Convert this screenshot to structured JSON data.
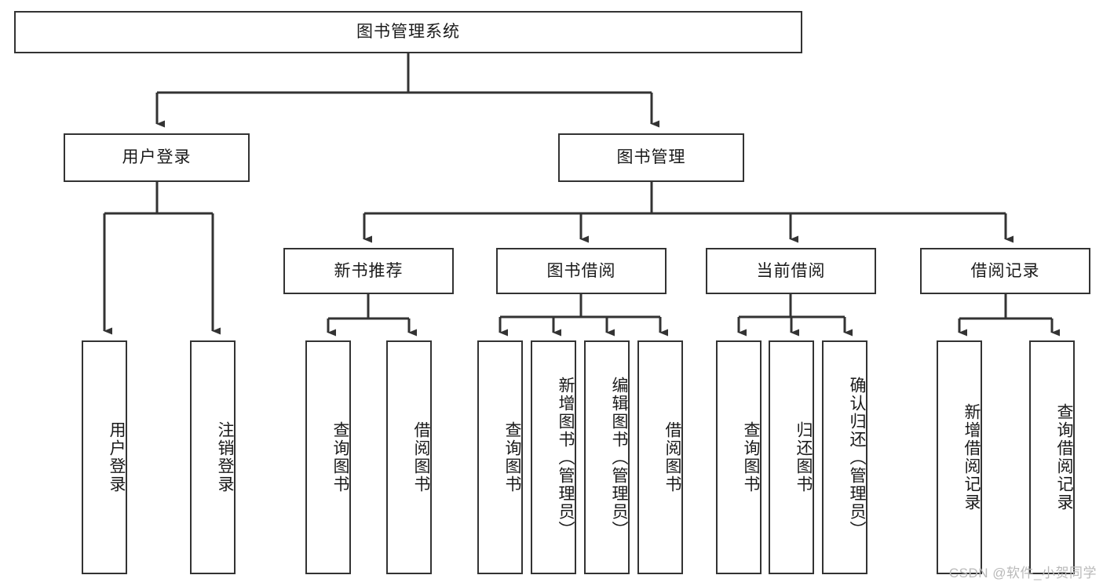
{
  "diagram": {
    "type": "tree-hierarchy",
    "title": "图书管理系统",
    "orientation": "top-down",
    "colors": {
      "box_border": "#333333",
      "box_fill": "#ffffff",
      "edge": "#333333",
      "text": "#1a1a1a",
      "watermark": "#b9b9b9",
      "background": "#ffffff"
    },
    "nodes": {
      "root": {
        "label": "图书管理系统"
      },
      "level2": [
        {
          "id": "user-login",
          "label": "用户登录"
        },
        {
          "id": "book-manage",
          "label": "图书管理"
        }
      ],
      "level3": [
        {
          "id": "new-book-recommend",
          "label": "新书推荐"
        },
        {
          "id": "book-borrow",
          "label": "图书借阅"
        },
        {
          "id": "current-borrow",
          "label": "当前借阅"
        },
        {
          "id": "borrow-record",
          "label": "借阅记录"
        }
      ],
      "leaves": {
        "user-login": [
          {
            "id": "leaf-user-login",
            "label": "用户登录"
          },
          {
            "id": "leaf-user-logout",
            "label": "注销登录"
          }
        ],
        "new-book-recommend": [
          {
            "id": "leaf-query-book-1",
            "label": "查询图书"
          },
          {
            "id": "leaf-borrow-book-1",
            "label": "借阅图书"
          }
        ],
        "book-borrow": [
          {
            "id": "leaf-query-book-2",
            "label": "查询图书"
          },
          {
            "id": "leaf-add-book",
            "label": "新增图书（管理员）"
          },
          {
            "id": "leaf-edit-book",
            "label": "编辑图书（管理员）"
          },
          {
            "id": "leaf-borrow-book-2",
            "label": "借阅图书"
          }
        ],
        "current-borrow": [
          {
            "id": "leaf-query-book-3",
            "label": "查询图书"
          },
          {
            "id": "leaf-return-book",
            "label": "归还图书"
          },
          {
            "id": "leaf-confirm-return",
            "label": "确认归还（管理员）"
          }
        ],
        "borrow-record": [
          {
            "id": "leaf-add-record",
            "label": "新增借阅记录"
          },
          {
            "id": "leaf-query-record",
            "label": "查询借阅记录"
          }
        ]
      }
    },
    "watermark": "CSDN @软件_小贺同学"
  }
}
